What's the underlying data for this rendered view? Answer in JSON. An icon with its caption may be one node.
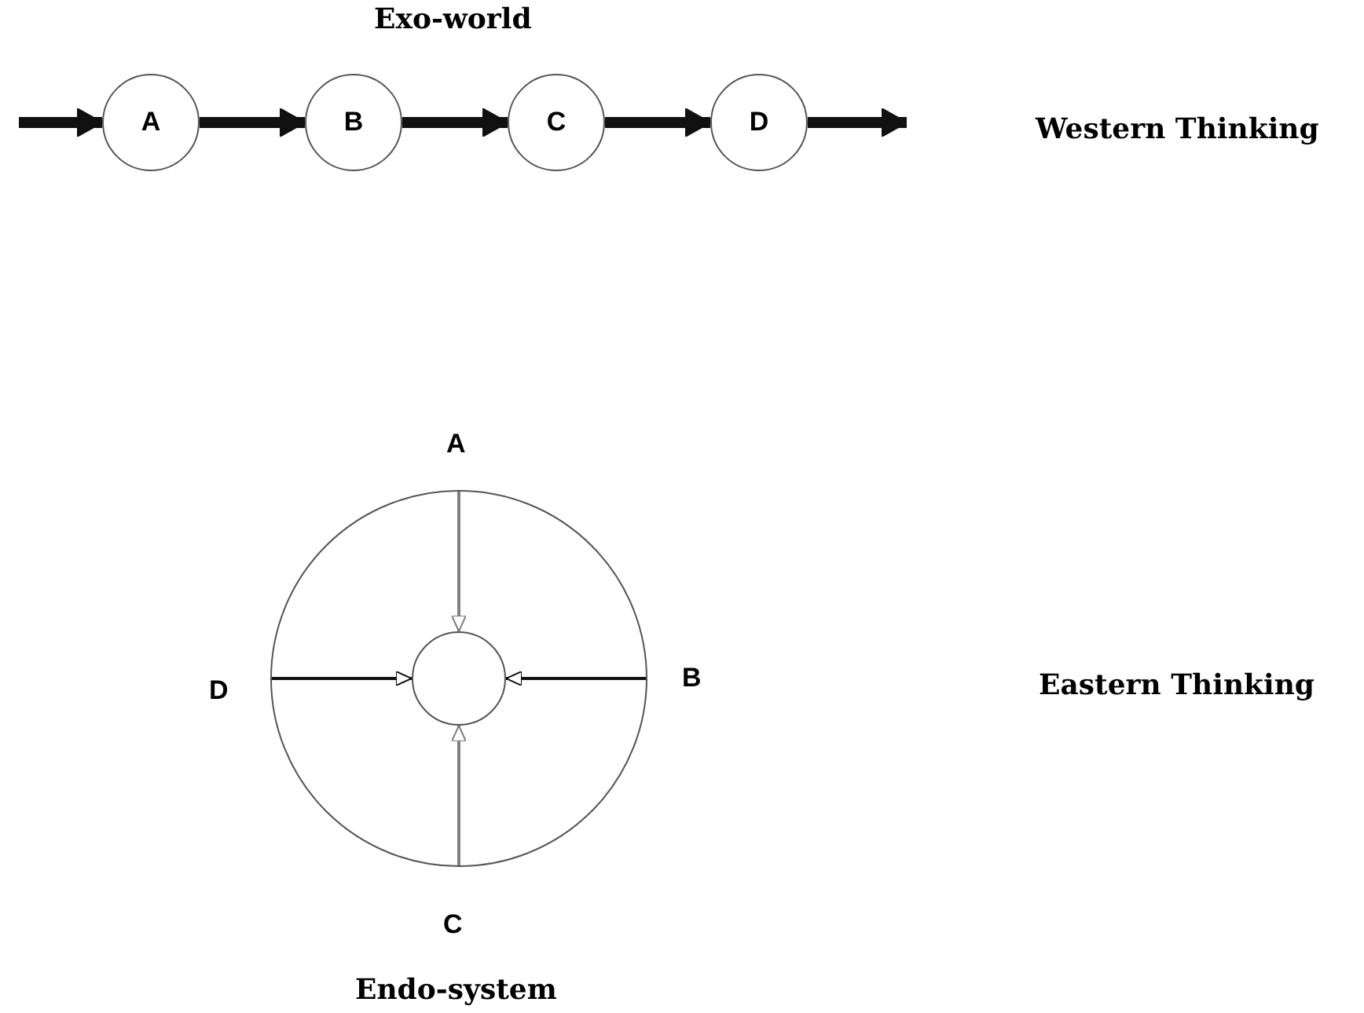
{
  "diagram": {
    "nodes": [
      {
        "text": [
          "A"
        ]
      },
      {
        "text": [
          "B"
        ]
      },
      {
        "text": [
          "C"
        ]
      },
      {
        "text": [
          "D"
        ]
      },
      {
        "text": [],
        "shape": "circle"
      },
      {
        "text": [],
        "shape": "circle",
        "in": 4
      }
    ],
    "edges": [
      {
        "from": null,
        "to": 0,
        "arrow": "to"
      },
      {
        "from": 0,
        "to": 1,
        "arrow": "to"
      },
      {
        "from": 1,
        "to": 2,
        "arrow": "to"
      },
      {
        "from": 2,
        "to": 3,
        "arrow": "to"
      },
      {
        "from": 3,
        "to": null,
        "arrow": "to"
      },
      {
        "from": 4,
        "to": 5,
        "arrow": "to",
        "color": "#808080"
      },
      {
        "from": 4,
        "to": 5,
        "arrow": "to"
      },
      {
        "from": 4,
        "to": 5,
        "arrow": "to",
        "color": "#808080"
      },
      {
        "from": 4,
        "to": 5,
        "arrow": "to"
      }
    ],
    "labels": [
      "Exo-world",
      "Western Thinking",
      "A",
      "D",
      "B",
      "Eastern Thinking",
      "C",
      "Endo-system"
    ]
  }
}
